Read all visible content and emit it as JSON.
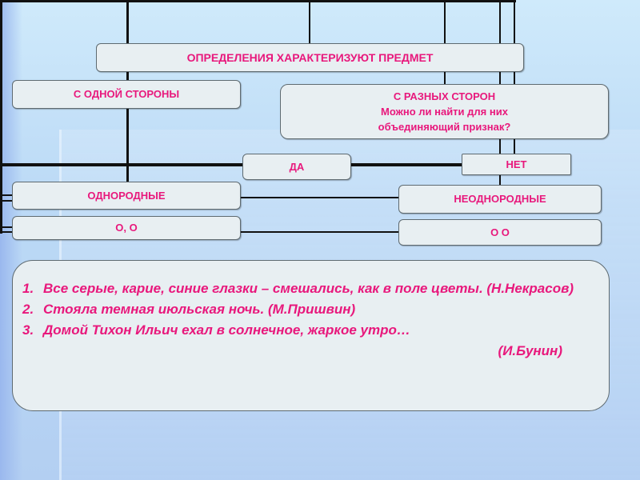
{
  "title": "ОПРЕДЕЛЕНИЯ ХАРАКТЕРИЗУЮТ ПРЕДМЕТ",
  "one_side": "С ОДНОЙ СТОРОНЫ",
  "diff_sides": {
    "line1": "С РАЗНЫХ СТОРОН",
    "line2": "Можно ли найти для них",
    "line3": "объединяющий признак?"
  },
  "yes": "ДА",
  "no": "НЕТ",
  "homogeneous": "ОДНОРОДНЫЕ",
  "heterogeneous": "НЕОДНОРОДНЫЕ",
  "homogeneous_scheme": "О, О",
  "heterogeneous_scheme": "О О",
  "examples": [
    {
      "num": "1.",
      "text": "Все серые, карие, синие глазки – смешались, как в поле цветы. (Н.Некрасов)"
    },
    {
      "num": "2.",
      "text": "Стояла темная июльская ночь. (М.Пришвин)"
    },
    {
      "num": "3.",
      "text": "Домой Тихон Ильич ехал в солнечное, жаркое утро…"
    }
  ],
  "example3_author": "(И.Бунин)",
  "colors": {
    "text": "#e8187c",
    "box": "#e8eff2",
    "line": "#111111"
  }
}
